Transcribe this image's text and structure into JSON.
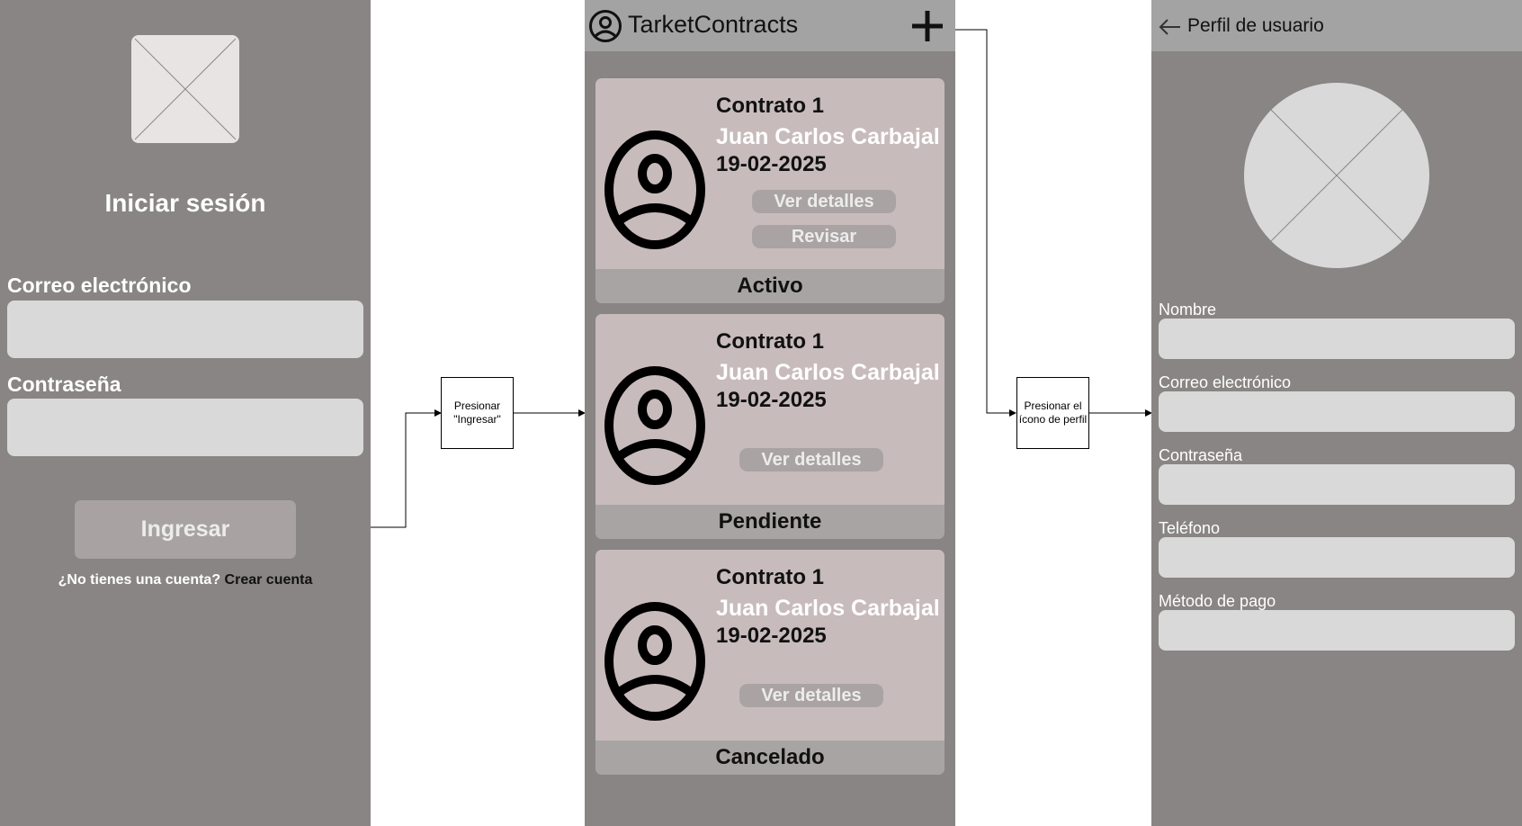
{
  "login": {
    "title": "Iniciar sesión",
    "email_label": "Correo electrónico",
    "password_label": "Contraseña",
    "submit_label": "Ingresar",
    "no_account_text": "¿No tienes una cuenta?",
    "create_account_link": "Crear cuenta"
  },
  "steps": {
    "step1": "Presionar \"Ingresar\"",
    "step2": "Presionar el ícono de perfil"
  },
  "contracts": {
    "app_title": "TarketContracts",
    "cards": [
      {
        "title": "Contrato 1",
        "name": "Juan Carlos Carbajal",
        "date": "19-02-2025",
        "details_label": "Ver detalles",
        "review_label": "Revisar",
        "status": "Activo"
      },
      {
        "title": "Contrato 1",
        "name": "Juan Carlos Carbajal",
        "date": "19-02-2025",
        "details_label": "Ver detalles",
        "status": "Pendiente"
      },
      {
        "title": "Contrato 1",
        "name": "Juan Carlos Carbajal",
        "date": "19-02-2025",
        "details_label": "Ver detalles",
        "status": "Cancelado"
      }
    ]
  },
  "profile": {
    "title": "Perfil de usuario",
    "fields": [
      "Nombre",
      "Correo electrónico",
      "Contraseña",
      "Teléfono",
      "Método de pago"
    ]
  },
  "colors": {
    "screen_bg": "#888584",
    "topbar": "#a3a3a3",
    "card_bg": "#c8bbbb",
    "status_bar": "#a8a4a4",
    "field_bg": "#d9d9d9"
  }
}
